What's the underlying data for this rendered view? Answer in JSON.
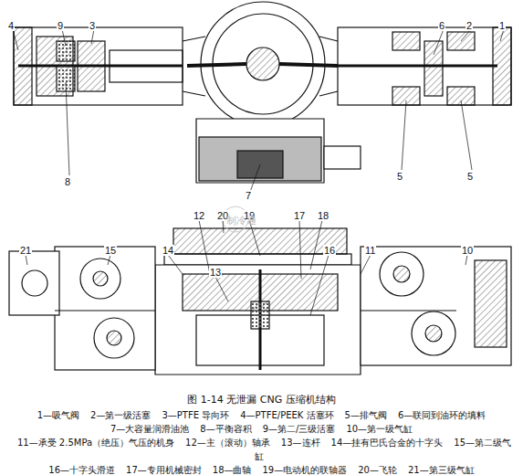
{
  "diagram": {
    "caption": "图 1-14 无泄漏 CNG 压缩机结构",
    "labels": [
      "4",
      "9",
      "3",
      "6",
      "2",
      "1",
      "8",
      "5",
      "5",
      "7",
      "12",
      "20",
      "19",
      "17",
      "18",
      "21",
      "15",
      "14",
      "16",
      "11",
      "10",
      "13",
      "制冷通",
      "1—吸气阀",
      "2—第一级活塞",
      "3—PTFE 导向环",
      "4—PTFE/PEEK 活塞环",
      "5—排气阀",
      "6—联同到油环的填料",
      "7—大容量润滑油池",
      "8—平衡容积",
      "9—第二/三级活塞",
      "10—第一级气缸",
      "11—承受 2.5MPa（绝压）气压的机身",
      "12—主（滚动）轴承",
      "13—连杆",
      "14—挂有巴氏合金的十字头",
      "15—第二级气缸",
      "16—十字头滑道",
      "17—专用机械密封",
      "18—曲轴",
      "19—电动机的联轴器",
      "20—飞轮",
      "21—第三级气缸"
    ]
  }
}
